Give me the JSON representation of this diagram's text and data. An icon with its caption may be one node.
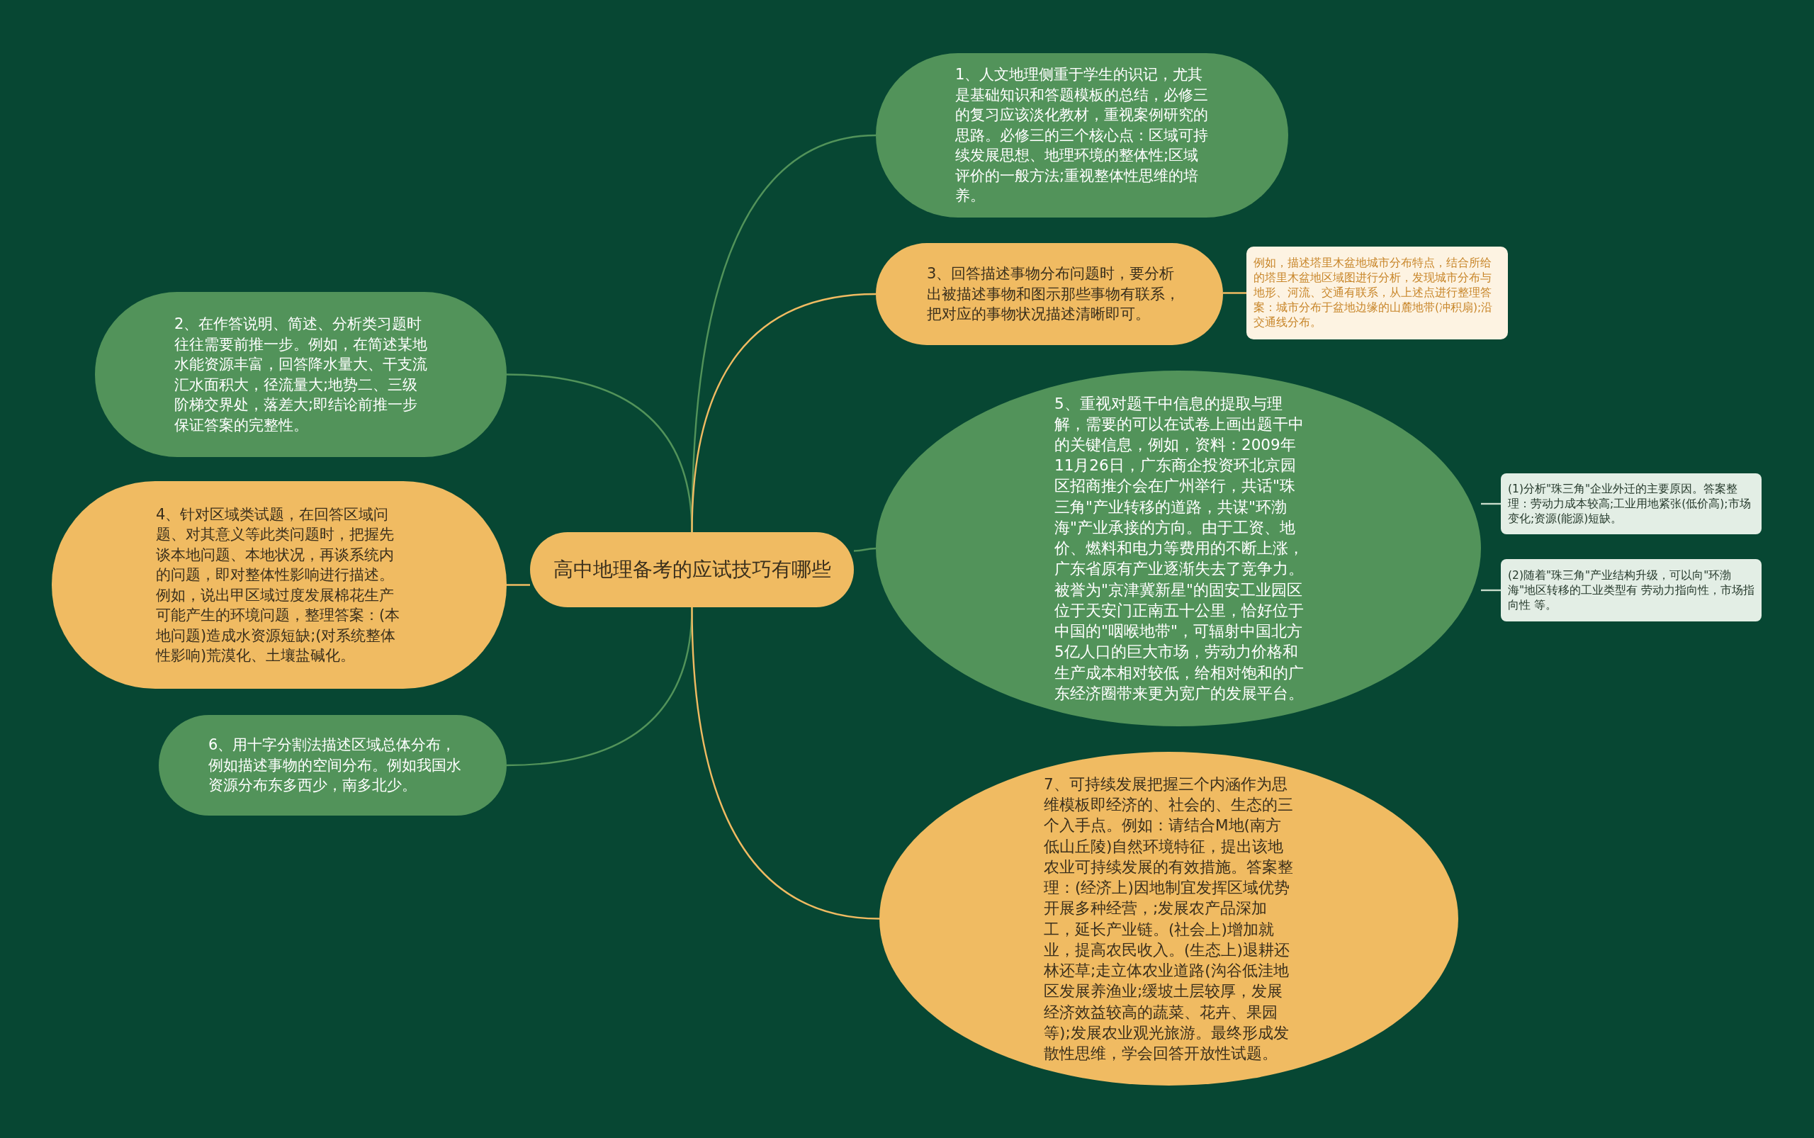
{
  "diagram": {
    "nodes": [
      {
        "text": [
          "高中地理备考的应试技巧有哪些"
        ]
      },
      {
        "text": [
          "1、人文地理侧重于学生的识记，尤其是基础知识和答题模板的总结，必修三的复习应该淡化教材，重视案例研究的思路。必修三的三个核心点：区域可持续发展思想、地理环境的整体性;区域评价的一般方法;重视整体性思维的培养。"
        ]
      },
      {
        "text": [
          "2、在作答说明、简述、分析类习题时往往需要前推一步。例如，在简述某地水能资源丰富，回答降水量大、干支流汇水面积大，径流量大;地势二、三级阶梯交界处，落差大;即结论前推一步保证答案的完整性。"
        ]
      },
      {
        "text": [
          "3、回答描述事物分布问题时，要分析出被描述事物和图示那些事物有联系，把对应的事物状况描述清晰即可。"
        ]
      },
      {
        "text": [
          "例如，描述塔里木盆地城市分布特点，结合所给的塔里木盆地区域图进行分析，发现城市分布与地形、河流、交通有联系，从上述点进行整理答案：城市分布于盆地边缘的山麓地带(冲积扇);沿交通线分布。"
        ]
      },
      {
        "text": [
          "4、针对区域类试题，在回答区域问题、对其意义等此类问题时，把握先谈本地问题、本地状况，再谈系统内的问题，即对整体性影响进行描述。例如，说出甲区域过度发展棉花生产可能产生的环境问题，整理答案：(本地问题)造成水资源短缺;(对系统整体性影响)荒漠化、土壤盐碱化。"
        ]
      },
      {
        "text": [
          "5、重视对题干中信息的提取与理解，需要的可以在试卷上画出题干中的关键信息，例如，资料：2009年11月26日，广东商企投资环北京园区招商推介会在广州举行，共话\"珠三角\"产业转移的道路，共谋\"环渤海\"产业承接的方向。由于工资、地价、燃料和电力等费用的不断上涨，广东省原有产业逐渐失去了竞争力。被誉为\"京津冀新星\"的固安工业园区位于天安门正南五十公里，恰好位于中国的\"咽喉地带\"，可辐射中国北方5亿人口的巨大市场，劳动力价格和生产成本相对较低，给相对饱和的广东经济圈带来更为宽广的发展平台。"
        ]
      },
      {
        "text": [
          "(1)分析\"珠三角\"企业外迁的主要原因。答案整理：劳动力成本较高;工业用地紧张(低价高);市场变化;资源(能源)短缺。"
        ]
      },
      {
        "text": [
          "(2)随着\"珠三角\"产业结构升级，可以向\"环渤海\"地区转移的工业类型有 劳动力指向性，市场指向性 等。"
        ]
      },
      {
        "text": [
          "6、用十字分割法描述区域总体分布，例如描述事物的空间分布。例如我国水资源分布东多西少，南多北少。"
        ]
      },
      {
        "text": [
          "7、可持续发展把握三个内涵作为思维模板即经济的、社会的、生态的三个入手点。例如：请结合M地(南方低山丘陵)自然环境特征，提出该地农业可持续发展的有效措施。答案整理：(经济上)因地制宜发挥区域优势开展多种经营，;发展农产品深加工，延长产业链。(社会上)增加就业，提高农民收入。(生态上)退耕还林还草;走立体农业道路(沟谷低洼地区发展养渔业;缓坡土层较厚，发展经济效益较高的蔬菜、花卉、果园等);发展农业观光旅游。最终形成发散性思维，学会回答开放性试题。"
        ]
      }
    ],
    "edges": [
      {
        "from": 0,
        "to": 1,
        "arrow": "none"
      },
      {
        "from": 0,
        "to": 2,
        "arrow": "none"
      },
      {
        "from": 0,
        "to": 3,
        "arrow": "none",
        "color": "#f0bb62"
      },
      {
        "from": 3,
        "to": 4,
        "arrow": "none",
        "color": "#f0bb62"
      },
      {
        "from": 0,
        "to": 5,
        "arrow": "none",
        "color": "#f0bb62"
      },
      {
        "from": 0,
        "to": 6,
        "arrow": "none"
      },
      {
        "from": 6,
        "to": 7,
        "arrow": "none",
        "color": "#c8dccb"
      },
      {
        "from": 6,
        "to": 8,
        "arrow": "none",
        "color": "#c8dccb"
      },
      {
        "from": 0,
        "to": 9,
        "arrow": "none"
      },
      {
        "from": 0,
        "to": 10,
        "arrow": "none",
        "color": "#f0bb62"
      }
    ]
  }
}
